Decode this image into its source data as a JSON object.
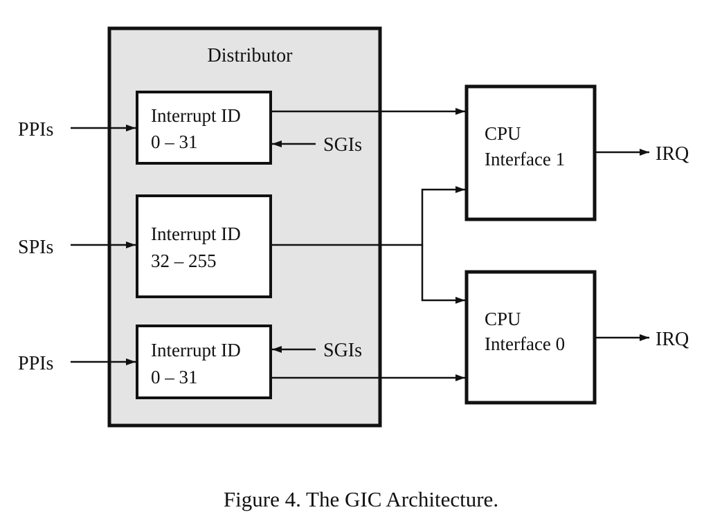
{
  "diagram": {
    "distributor": {
      "title": "Distributor"
    },
    "boxes": {
      "top": {
        "line1": "Interrupt ID",
        "line2": "0 – 31"
      },
      "middle": {
        "line1": "Interrupt ID",
        "line2": "32 – 255"
      },
      "bottom": {
        "line1": "Interrupt ID",
        "line2": "0 – 31"
      }
    },
    "inputs": {
      "top": "PPIs",
      "middle": "SPIs",
      "bottom": "PPIs"
    },
    "sgi": {
      "top": "SGIs",
      "bottom": "SGIs"
    },
    "cpu": {
      "one": {
        "line1": "CPU",
        "line2": "Interface 1"
      },
      "zero": {
        "line1": "CPU",
        "line2": "Interface 0"
      }
    },
    "outputs": {
      "top": "IRQ",
      "bottom": "IRQ"
    },
    "caption": "Figure 4. The GIC Architecture."
  }
}
